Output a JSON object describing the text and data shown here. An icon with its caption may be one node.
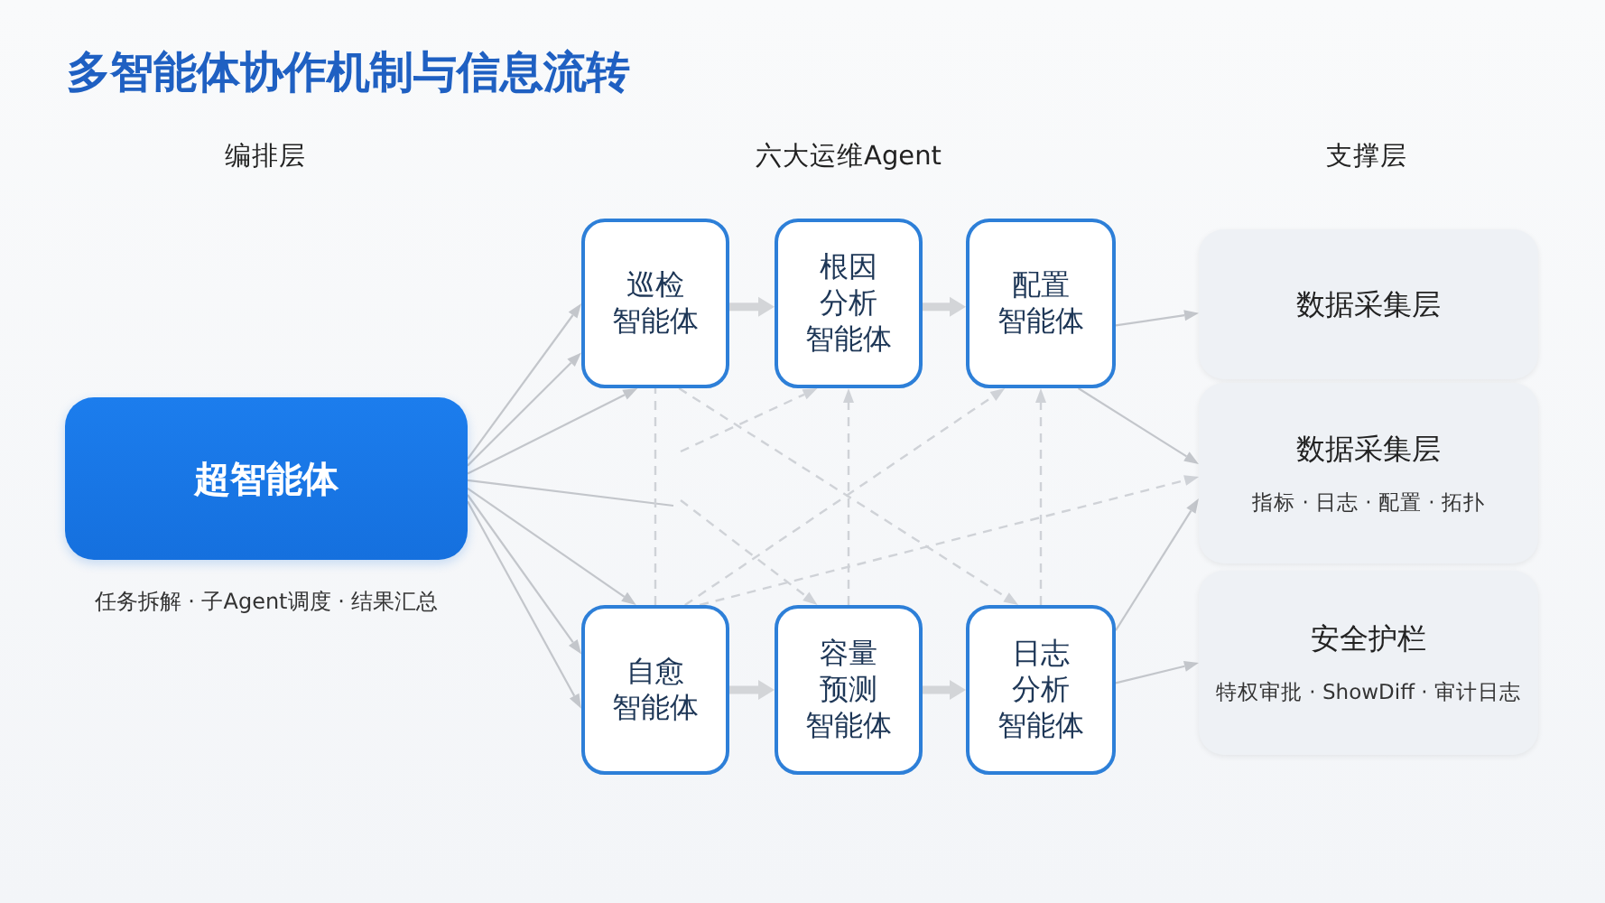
{
  "diagram": {
    "title": "多智能体协作机制与信息流转",
    "nodes": [
      {
        "text": [
          "超智能体"
        ],
        "beside": [
          "任务拆解 · 子Agent调度 · 结果汇总"
        ]
      },
      {
        "text": [
          "巡检智能体"
        ]
      },
      {
        "text": [
          "根因分析智能体"
        ]
      },
      {
        "text": [
          "配置智能体"
        ]
      },
      {
        "text": [
          "自愈智能体"
        ]
      },
      {
        "text": [
          "容量预测智能体"
        ]
      },
      {
        "text": [
          "日志分析智能体"
        ]
      },
      {
        "text": [
          "数据采集层"
        ]
      },
      {
        "text": [
          "数据采集层",
          "指标 · 日志 · 配置 · 拓扑"
        ]
      },
      {
        "text": [
          "安全护栏",
          "特权审批 · ShowDiff · 审计日志"
        ]
      }
    ],
    "edges": [
      {
        "from": 0,
        "to": 1,
        "arrow": "to"
      },
      {
        "from": 0,
        "to": 1,
        "arrow": "to"
      },
      {
        "from": 0,
        "to": 1,
        "arrow": "to"
      },
      {
        "from": 0,
        "to": null,
        "arrow": "none"
      },
      {
        "from": 0,
        "to": 4,
        "arrow": "to"
      },
      {
        "from": 0,
        "to": 4,
        "arrow": "to"
      },
      {
        "from": 0,
        "to": 4,
        "arrow": "to"
      },
      {
        "from": 1,
        "to": 2,
        "arrow": "to",
        "style": "thick"
      },
      {
        "from": 2,
        "to": 3,
        "arrow": "to",
        "style": "thick"
      },
      {
        "from": 4,
        "to": 5,
        "arrow": "to",
        "style": "thick"
      },
      {
        "from": 5,
        "to": 6,
        "arrow": "to",
        "style": "thick"
      },
      {
        "from": 4,
        "to": 1,
        "arrow": "none",
        "style": "dashed"
      },
      {
        "from": 5,
        "to": 2,
        "arrow": "to",
        "style": "dashed"
      },
      {
        "from": 6,
        "to": 3,
        "arrow": "to",
        "style": "dashed"
      },
      {
        "from": 1,
        "to": 6,
        "arrow": "to",
        "style": "dashed"
      },
      {
        "from": null,
        "to": 2,
        "arrow": "to",
        "style": "dashed"
      },
      {
        "from": 4,
        "to": 3,
        "arrow": "to",
        "style": "dashed"
      },
      {
        "from": null,
        "to": 5,
        "arrow": "to",
        "style": "dashed"
      },
      {
        "from": 4,
        "to": 8,
        "arrow": "to",
        "style": "dashed"
      },
      {
        "from": 3,
        "to": 7,
        "arrow": "to"
      },
      {
        "from": 3,
        "to": 8,
        "arrow": "to"
      },
      {
        "from": 6,
        "to": 8,
        "arrow": "to"
      },
      {
        "from": 6,
        "to": 9,
        "arrow": "to"
      }
    ],
    "labels": [
      "编排层",
      "六大运维Agent",
      "支撑层"
    ]
  }
}
